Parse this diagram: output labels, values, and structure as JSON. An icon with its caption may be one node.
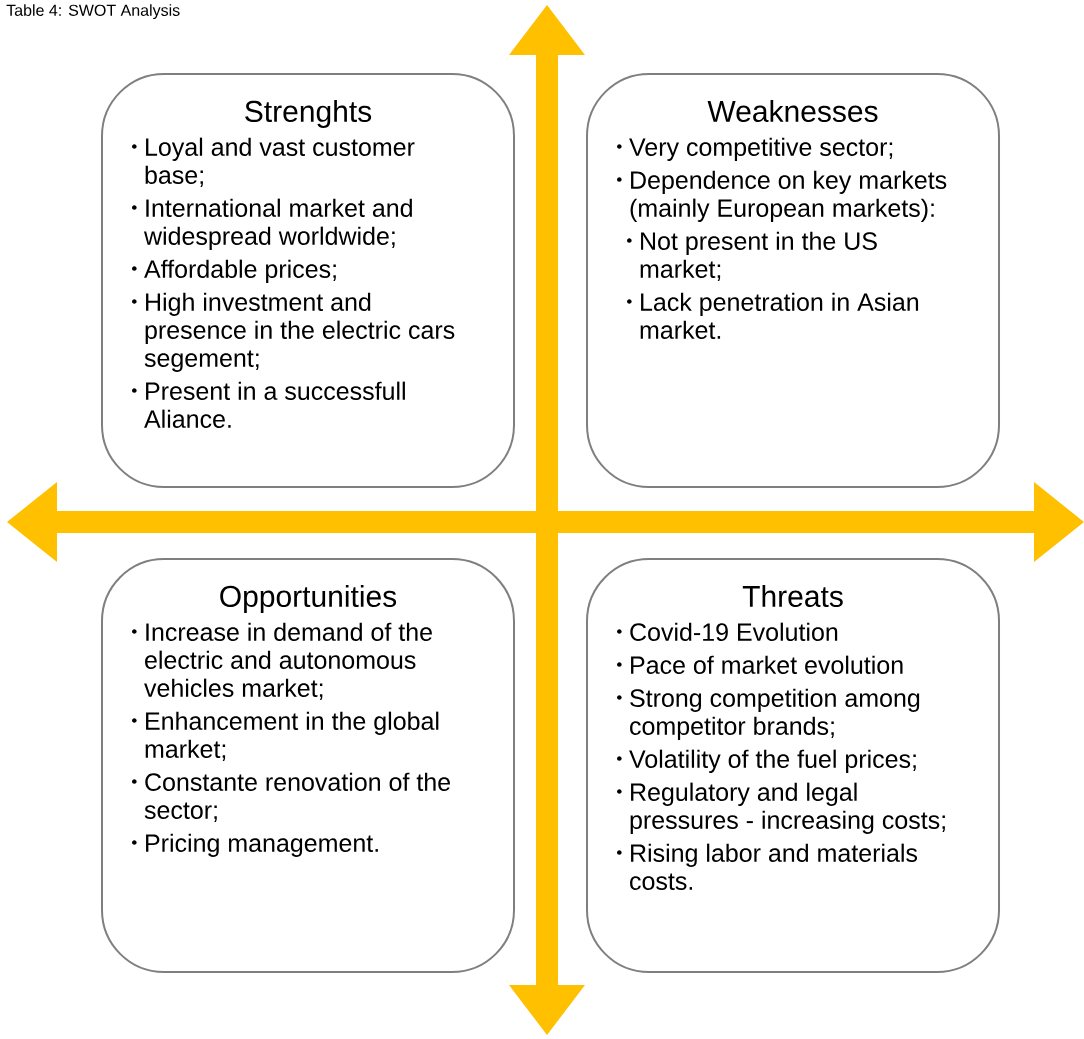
{
  "diagram": {
    "title": "Table 4: SWOT Analysis",
    "nodes": [
      {
        "text": [
          "Strenghts",
          "Loyal and vast customer base;",
          "International market and widespread worldwide;",
          "Affordable prices;",
          "High investment and presence in the electric cars segement;",
          "Present in a successfull Aliance."
        ]
      },
      {
        "text": [
          "Weaknesses",
          "Very competitive sector;",
          "Dependence on key markets (mainly European markets):",
          "Not present in the US market;",
          "Lack penetration in Asian market."
        ]
      },
      {
        "text": [
          "Opportunities",
          "Increase in demand of the electric and autonomous vehicles market;",
          "Enhancement in the global market;",
          "Constante renovation of the sector;",
          "Pricing management."
        ]
      },
      {
        "text": [
          "Threats",
          "Covid-19 Evolution",
          "Pace of market evolution",
          "Strong competition among competitor brands;",
          "Volatility of the fuel prices;",
          "Regulatory and legal pressures - increasing costs;",
          "Rising labor and materials costs."
        ]
      }
    ]
  }
}
